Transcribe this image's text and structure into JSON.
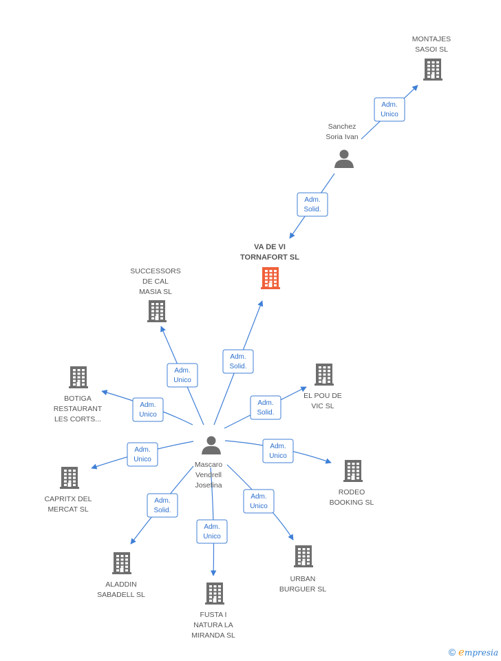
{
  "colors": {
    "edge": "#3f7fd6",
    "building": "#6e6e6e",
    "main_building": "#f0603a",
    "person": "#6e6e6e"
  },
  "nodes": [
    {
      "id": "montajes",
      "type": "company",
      "lines": [
        "MONTAJES",
        "SASOI SL"
      ]
    },
    {
      "id": "sanchez",
      "type": "person",
      "lines": [
        "Sanchez",
        "Soria Ivan"
      ]
    },
    {
      "id": "vadevi",
      "type": "company",
      "main": true,
      "lines": [
        "VA DE VI",
        "TORNAFORT SL"
      ]
    },
    {
      "id": "successors",
      "type": "company",
      "lines": [
        "SUCCESSORS",
        "DE CAL",
        "MASIA SL"
      ]
    },
    {
      "id": "botiga",
      "type": "company",
      "lines": [
        "BOTIGA",
        "RESTAURANT",
        "LES CORTS..."
      ]
    },
    {
      "id": "elpou",
      "type": "company",
      "lines": [
        "EL POU DE",
        "VIC SL"
      ]
    },
    {
      "id": "mascaro",
      "type": "person",
      "lines": [
        "Mascaro",
        "Vendrell",
        "Josefina"
      ]
    },
    {
      "id": "rodeo",
      "type": "company",
      "lines": [
        "RODEO",
        "BOOKING SL"
      ]
    },
    {
      "id": "capritx",
      "type": "company",
      "lines": [
        "CAPRITX DEL",
        "MERCAT SL"
      ]
    },
    {
      "id": "aladdin",
      "type": "company",
      "lines": [
        "ALADDIN",
        "SABADELL SL"
      ]
    },
    {
      "id": "fusta",
      "type": "company",
      "lines": [
        "FUSTA I",
        "NATURA LA",
        "MIRANDA SL"
      ]
    },
    {
      "id": "urban",
      "type": "company",
      "lines": [
        "URBAN",
        "BURGUER SL"
      ]
    }
  ],
  "edges": [
    {
      "from": "sanchez",
      "to": "montajes",
      "label": [
        "Adm.",
        "Unico"
      ]
    },
    {
      "from": "sanchez",
      "to": "vadevi",
      "label": [
        "Adm.",
        "Solid."
      ]
    },
    {
      "from": "mascaro",
      "to": "vadevi",
      "label": [
        "Adm.",
        "Solid."
      ]
    },
    {
      "from": "mascaro",
      "to": "successors",
      "label": [
        "Adm.",
        "Unico"
      ]
    },
    {
      "from": "mascaro",
      "to": "botiga",
      "label": [
        "Adm.",
        "Unico"
      ]
    },
    {
      "from": "mascaro",
      "to": "elpou",
      "label": [
        "Adm.",
        "Solid."
      ]
    },
    {
      "from": "mascaro",
      "to": "rodeo",
      "label": [
        "Adm.",
        "Unico"
      ]
    },
    {
      "from": "mascaro",
      "to": "capritx",
      "label": [
        "Adm.",
        "Unico"
      ]
    },
    {
      "from": "mascaro",
      "to": "aladdin",
      "label": [
        "Adm.",
        "Solid."
      ]
    },
    {
      "from": "mascaro",
      "to": "fusta",
      "label": [
        "Adm.",
        "Unico"
      ]
    },
    {
      "from": "mascaro",
      "to": "urban",
      "label": [
        "Adm.",
        "Unico"
      ]
    }
  ],
  "footer": {
    "copyright_symbol": "©",
    "brand_first": "e",
    "brand_rest": "mpresia"
  }
}
